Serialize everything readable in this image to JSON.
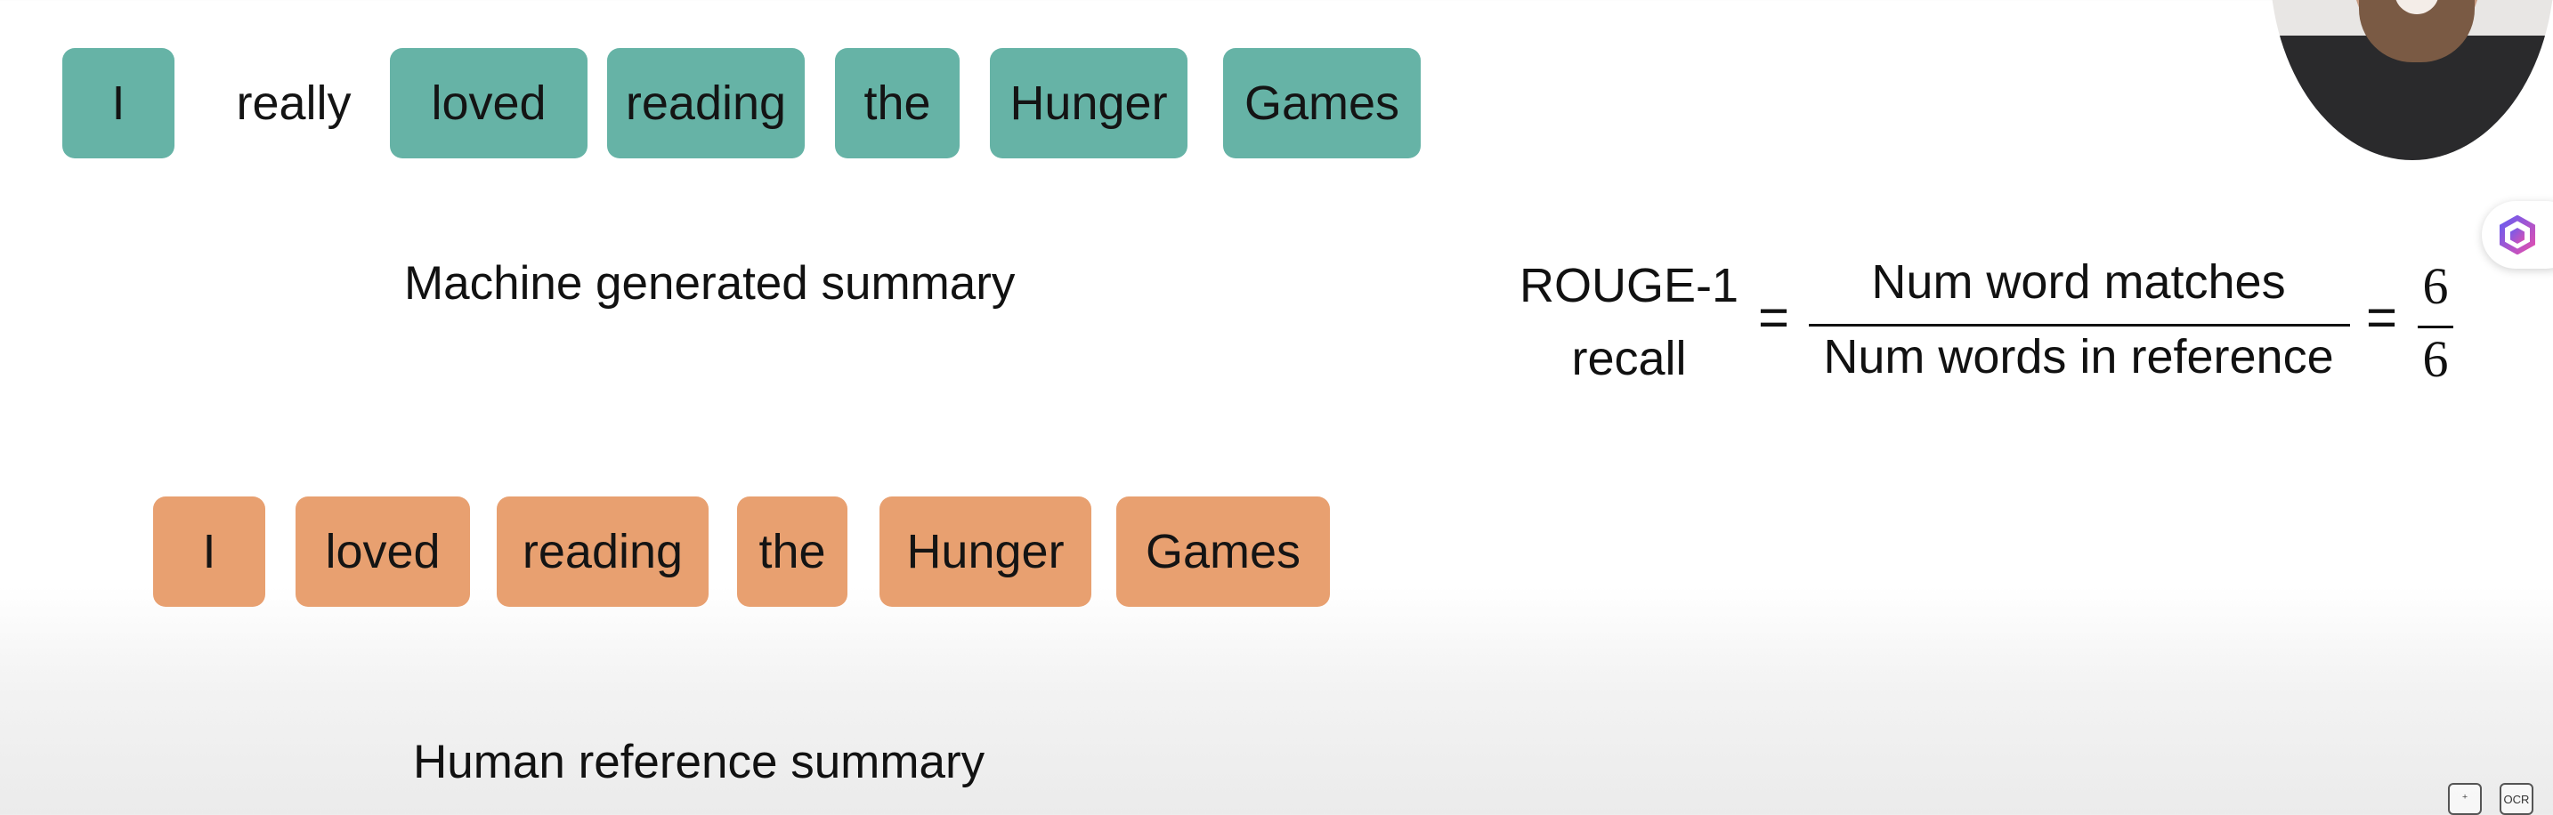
{
  "machine_tokens": [
    {
      "text": "I",
      "highlight": true
    },
    {
      "text": "really",
      "highlight": false
    },
    {
      "text": "loved",
      "highlight": true
    },
    {
      "text": "reading",
      "highlight": true
    },
    {
      "text": "the",
      "highlight": true
    },
    {
      "text": "Hunger",
      "highlight": true
    },
    {
      "text": "Games",
      "highlight": true
    }
  ],
  "machine_caption": "Machine generated summary",
  "reference_tokens": [
    {
      "text": "I"
    },
    {
      "text": "loved"
    },
    {
      "text": "reading"
    },
    {
      "text": "the"
    },
    {
      "text": "Hunger"
    },
    {
      "text": "Games"
    }
  ],
  "reference_caption": "Human reference summary",
  "formula": {
    "label_line1": "ROUGE-1",
    "label_line2": "recall",
    "equals": "=",
    "numerator": "Num word matches",
    "denominator": "Num words in reference",
    "result_numerator": "6",
    "result_denominator": "6"
  },
  "corner_buttons": {
    "zoom": "⁺",
    "ocr": "OCR"
  },
  "colors": {
    "match": "#66b3a6",
    "reference": "#e8a070"
  }
}
